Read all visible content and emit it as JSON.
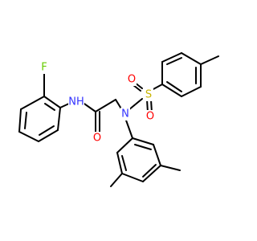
{
  "colors": {
    "bond": "#000000",
    "background": "#ffffff",
    "N": "#3333ff",
    "O": "#ff0000",
    "S": "#c8b400",
    "F": "#66cc00",
    "H": "#3333ff"
  },
  "labels": {
    "amide_nh": "NH",
    "fluorine": "F",
    "carbonyl_oxygen": "O",
    "sulfonamide_nitrogen": "N",
    "sulfur": "S",
    "sulfonyl_oxygen_upper": "O",
    "sulfonyl_oxygen_lower": "O"
  }
}
